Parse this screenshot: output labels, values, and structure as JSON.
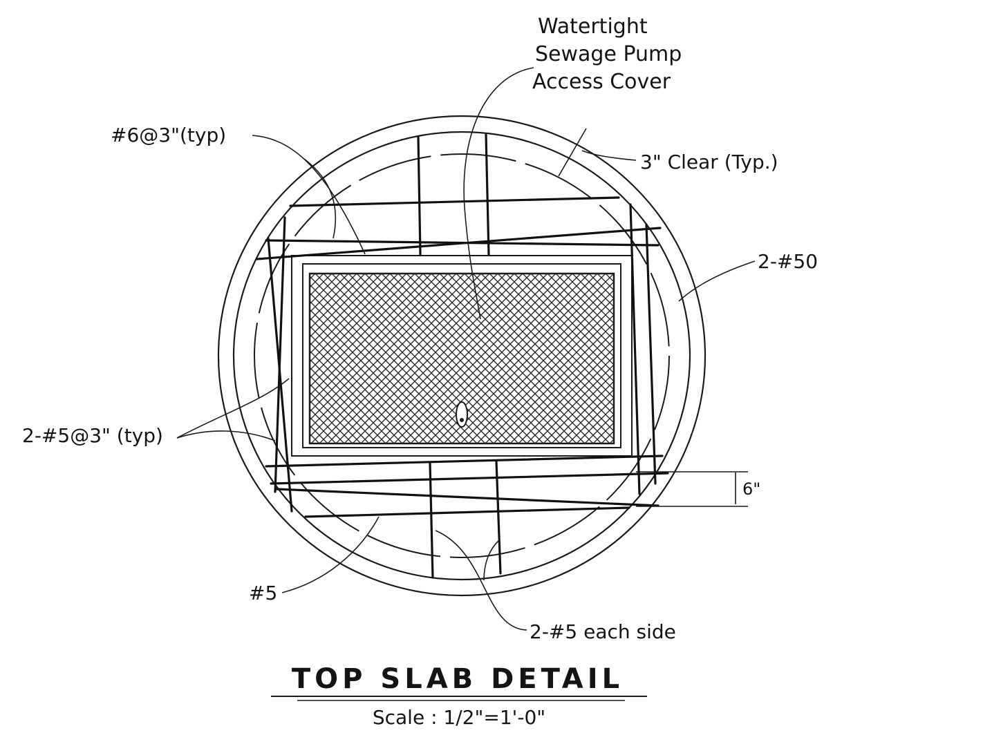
{
  "drawing": {
    "callouts": {
      "cover_line1": "Watertight",
      "cover_line2": "Sewage Pump",
      "cover_line3": "Access Cover",
      "top_bar": "#6@3\"(typ)",
      "clearance": "3\" Clear (Typ.)",
      "ring_bar": "2-#50",
      "side_bars": "2-#5@3\" (typ)",
      "dim_6": "6\"",
      "corner_bar": "#5",
      "each_side": "2-#5 each side"
    },
    "title": "TOP SLAB DETAIL",
    "scale": "Scale : 1/2\"=1'-0\"",
    "line_color": "#1a1a1a"
  }
}
